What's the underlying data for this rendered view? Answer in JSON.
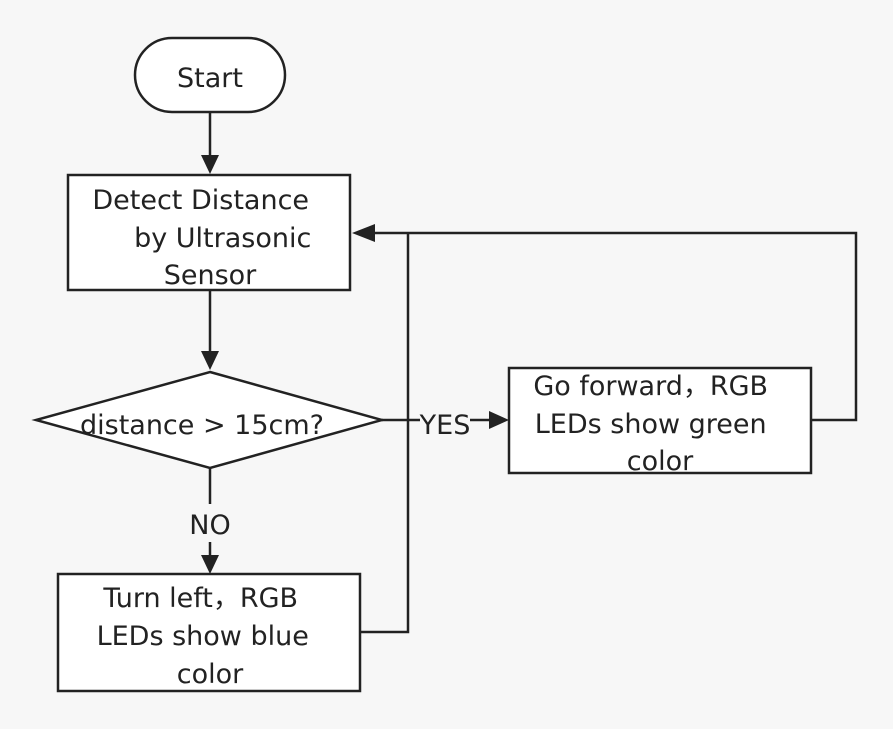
{
  "colors": {
    "background": "#f7f7f7",
    "node_fill": "#ffffff",
    "stroke": "#222222",
    "text": "#222222"
  },
  "nodes": {
    "start": {
      "lines": [
        "Start"
      ]
    },
    "detect": {
      "lines": [
        "Detect Distance",
        "by Ultrasonic",
        "Sensor"
      ]
    },
    "decision": {
      "lines": [
        "distance > 15cm?"
      ]
    },
    "forward": {
      "lines": [
        "Go forward，RGB",
        "LEDs show green",
        "color"
      ]
    },
    "left": {
      "lines": [
        "Turn left，RGB",
        "LEDs show blue",
        "color"
      ]
    }
  },
  "edges": {
    "yes_label": "YES",
    "no_label": "NO"
  }
}
